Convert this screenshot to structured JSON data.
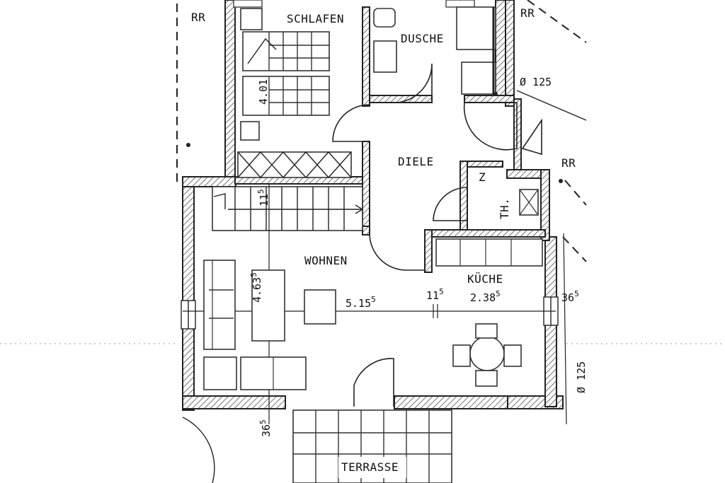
{
  "rooms": {
    "schlafen": "SCHLAFEN",
    "dusche": "DUSCHE",
    "diele": "DIELE",
    "wohnen": "WOHNEN",
    "kueche": "KÜCHE",
    "terrasse": "TERRASSE",
    "z": "Z",
    "th": "TH."
  },
  "markers": {
    "rr_top_left": "RR",
    "rr_top_right": "RR",
    "rr_right": "RR",
    "pipe_top": "Ø 125",
    "pipe_right": "Ø 125"
  },
  "dimensions": {
    "bedroom_depth": "4.01",
    "stair_width_main": "11",
    "stair_width_sup": "5",
    "living_depth_main": "4.63",
    "living_depth_sup": "5",
    "living_width_main": "5.15",
    "living_width_sup": "5",
    "partition_main": "11",
    "partition_sup": "5",
    "kitchen_width_main": "2.38",
    "kitchen_width_sup": "5",
    "wall_right_main": "36",
    "wall_right_sup": "5",
    "wall_bottom_main": "36",
    "wall_bottom_sup": "5"
  }
}
